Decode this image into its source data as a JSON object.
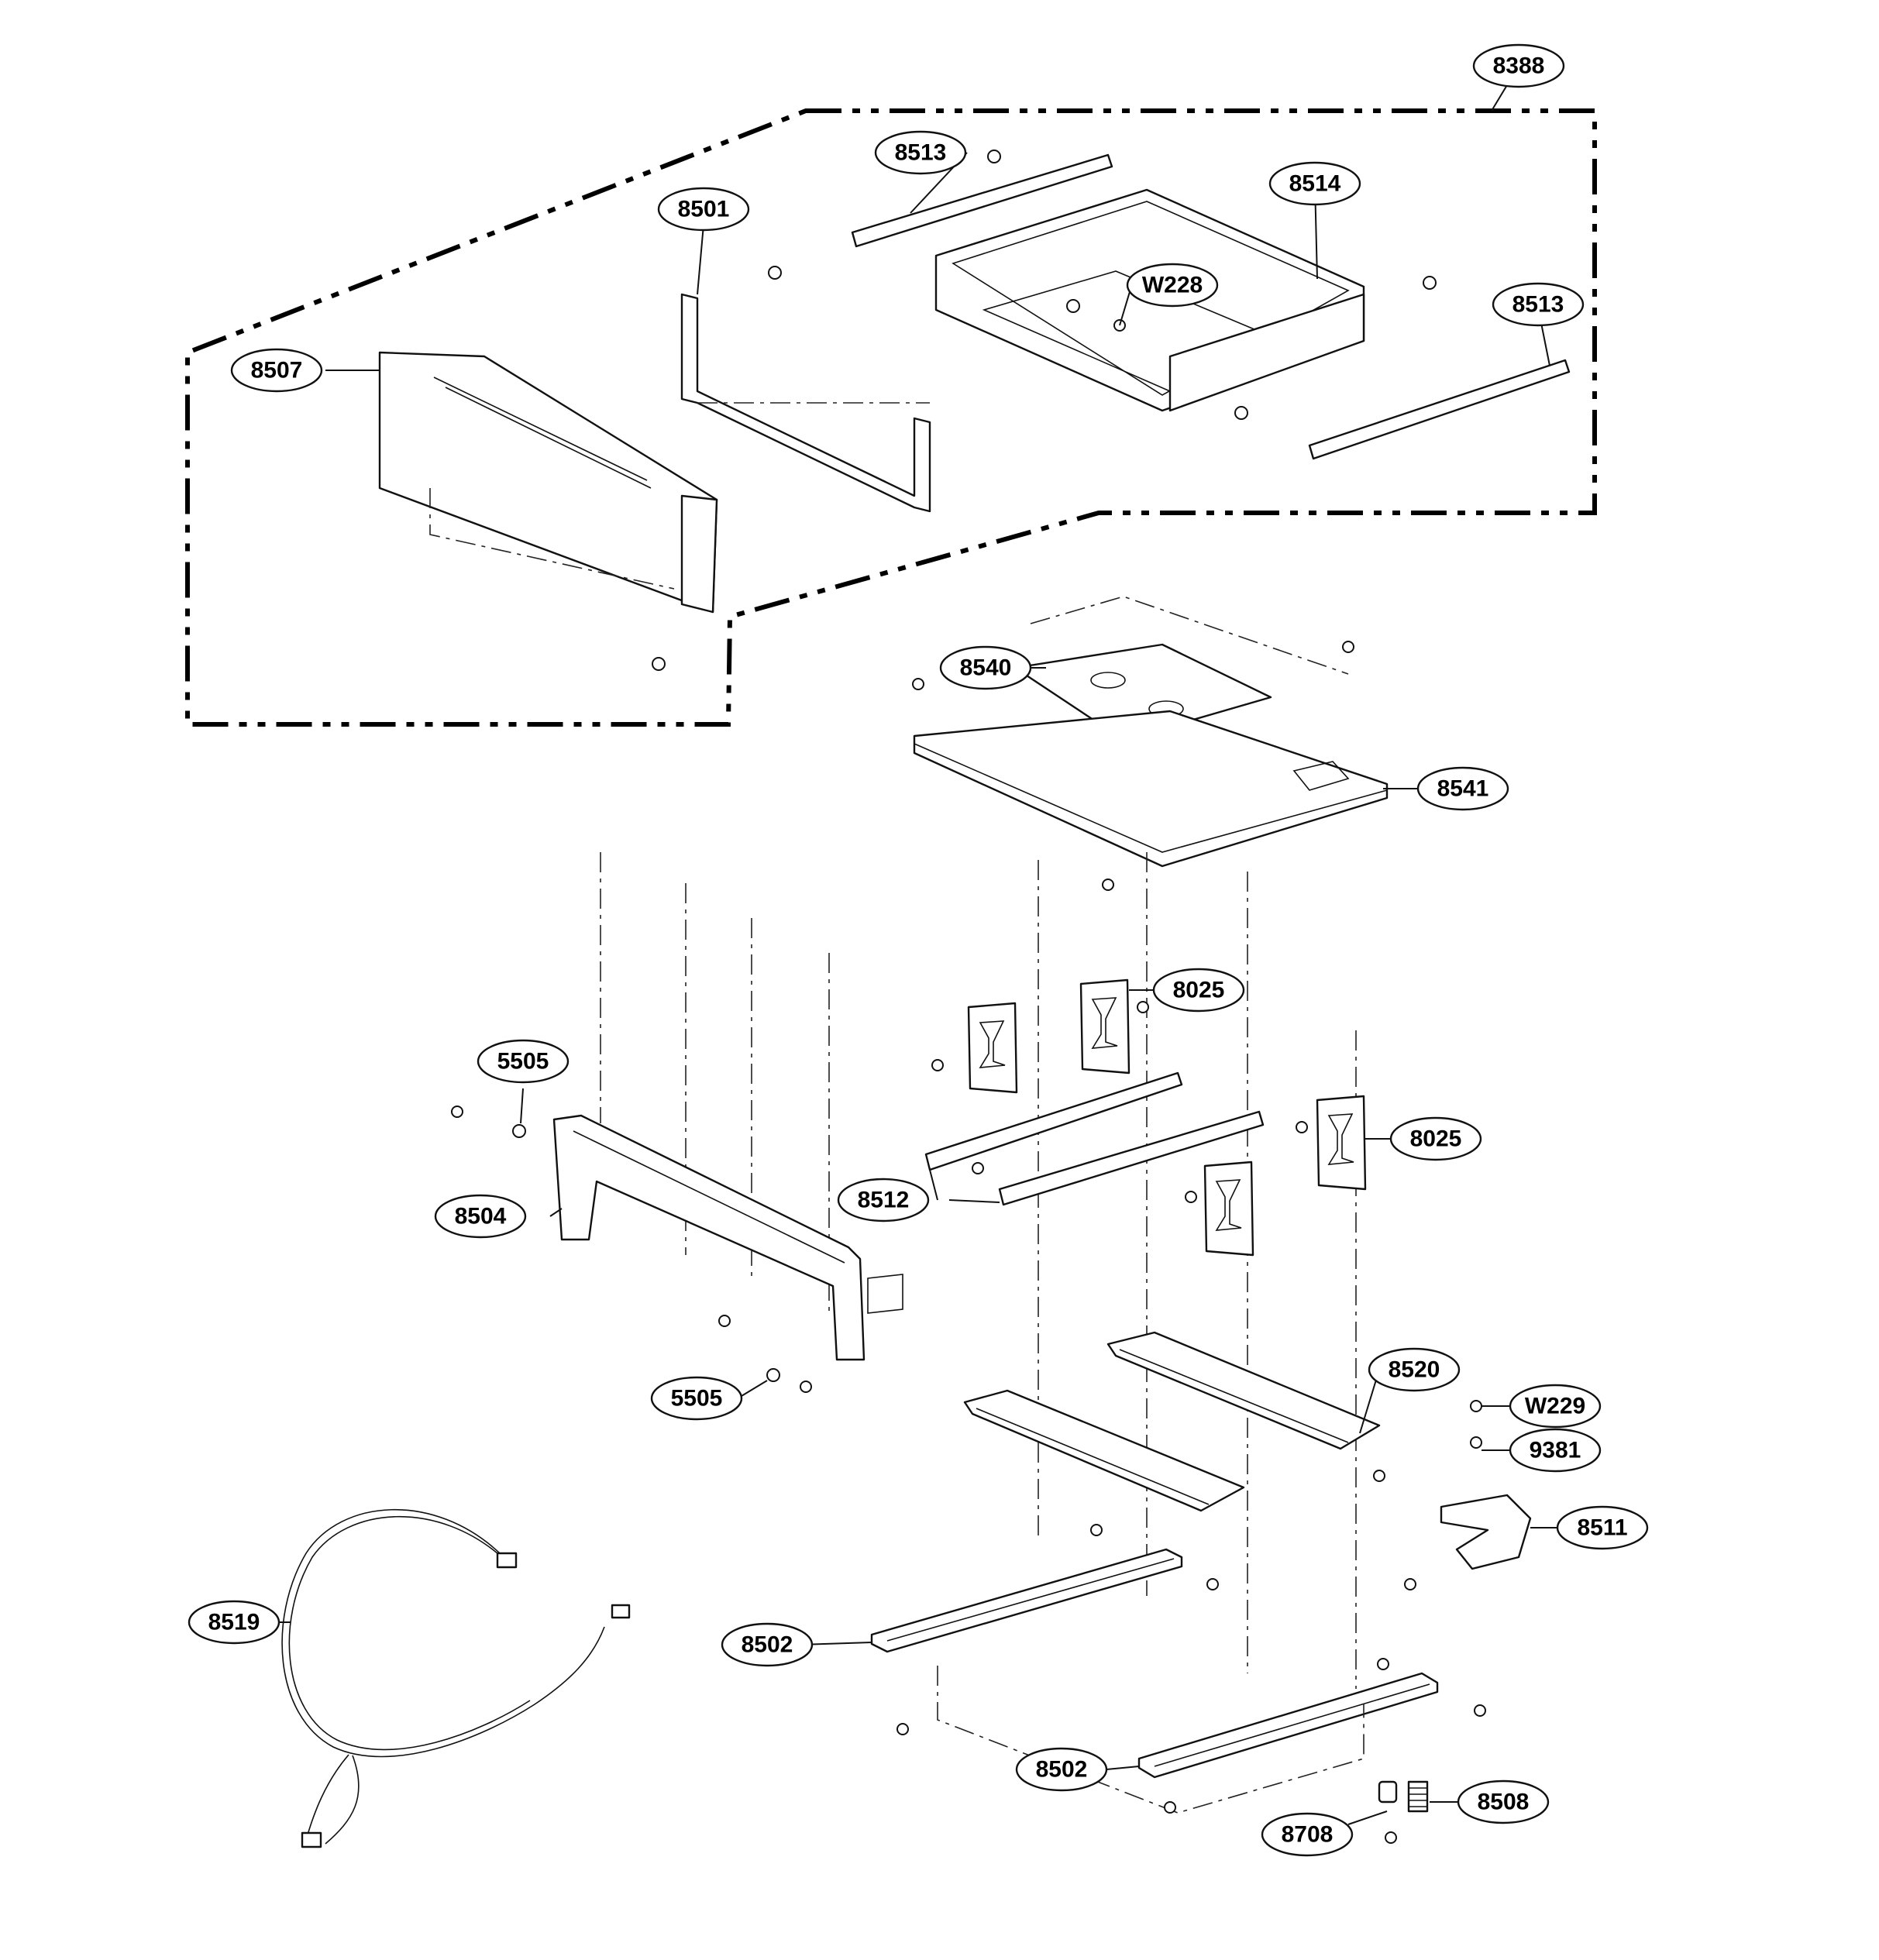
{
  "diagram": {
    "group_label": "8388",
    "callouts": [
      {
        "id": "c8388",
        "label": "8388"
      },
      {
        "id": "c8513a",
        "label": "8513"
      },
      {
        "id": "c8514",
        "label": "8514"
      },
      {
        "id": "c8501",
        "label": "8501"
      },
      {
        "id": "cW228",
        "label": "W228"
      },
      {
        "id": "c8513b",
        "label": "8513"
      },
      {
        "id": "c8507",
        "label": "8507"
      },
      {
        "id": "c8540",
        "label": "8540"
      },
      {
        "id": "c8541",
        "label": "8541"
      },
      {
        "id": "c8025a",
        "label": "8025"
      },
      {
        "id": "c5505a",
        "label": "5505"
      },
      {
        "id": "c8025b",
        "label": "8025"
      },
      {
        "id": "c8504",
        "label": "8504"
      },
      {
        "id": "c8512",
        "label": "8512"
      },
      {
        "id": "c8520",
        "label": "8520"
      },
      {
        "id": "c5505b",
        "label": "5505"
      },
      {
        "id": "cW229",
        "label": "W229"
      },
      {
        "id": "c9381",
        "label": "9381"
      },
      {
        "id": "c8511",
        "label": "8511"
      },
      {
        "id": "c8519",
        "label": "8519"
      },
      {
        "id": "c8502a",
        "label": "8502"
      },
      {
        "id": "c8502b",
        "label": "8502"
      },
      {
        "id": "c8508",
        "label": "8508"
      },
      {
        "id": "c8708",
        "label": "8708"
      }
    ]
  }
}
